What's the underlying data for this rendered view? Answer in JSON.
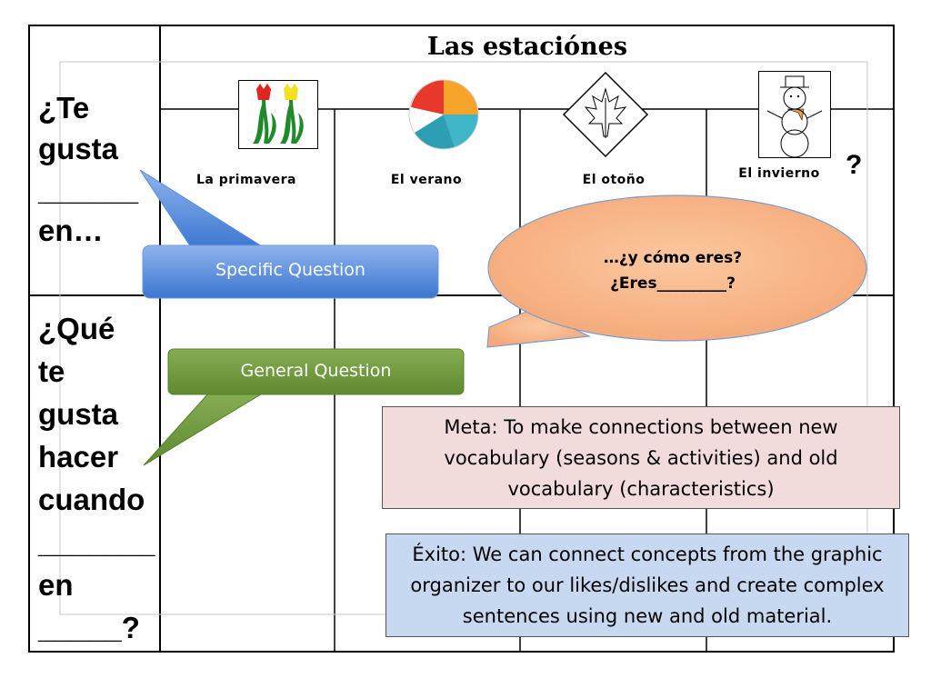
{
  "title": "Las estaciónes",
  "side": {
    "q1_lines": [
      "¿Te",
      "gusta",
      "______",
      "en…"
    ],
    "q2_lines": [
      "¿Qué",
      "te",
      "gusta",
      "hacer",
      "cuando",
      "_______",
      "en",
      "_____?"
    ]
  },
  "seasons": [
    {
      "label": "La primavera",
      "icon": "tulips-icon"
    },
    {
      "label": "El verano",
      "icon": "beach-ball-icon"
    },
    {
      "label": "El otoño",
      "icon": "maple-leaf-icon"
    },
    {
      "label": "El invierno",
      "icon": "snowman-icon"
    }
  ],
  "question_mark": "?",
  "callouts": {
    "specific": "Specific Question",
    "general": "General Question"
  },
  "bubble": {
    "line1": "…¿y cómo eres?",
    "line2": "¿Eres_________?"
  },
  "meta": "Meta: To make connections between new vocabulary (seasons & activities) and old vocabulary (characteristics)",
  "exito": "Éxito: We can connect concepts from  the graphic organizer to our likes/dislikes and create complex sentences using new and old material.",
  "colors": {
    "specific_fill": "#4a86d8",
    "general_fill": "#6f9a3c",
    "bubble_fill": "#f8b98a",
    "meta_fill": "#f2dcdb",
    "exito_fill": "#c6d9f1"
  }
}
